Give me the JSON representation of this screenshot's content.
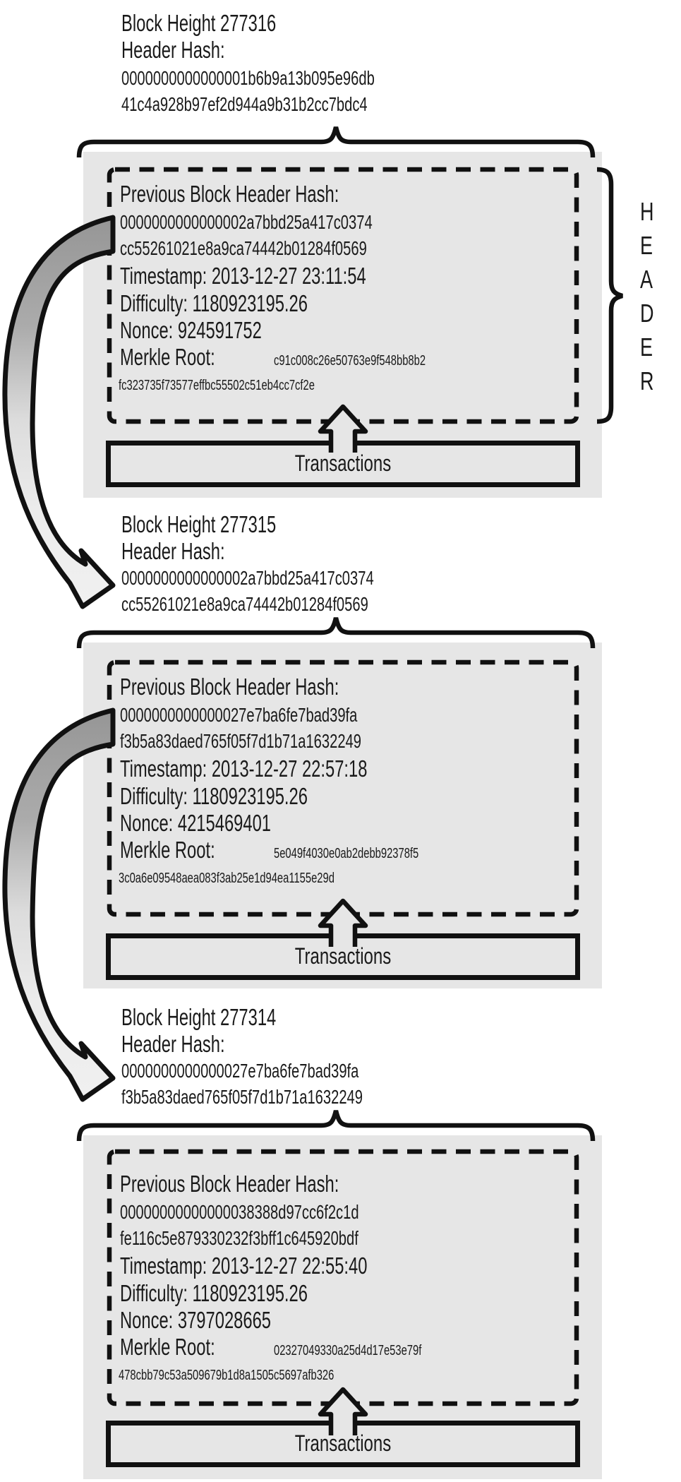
{
  "colors": {
    "page_bg": "#ffffff",
    "block_bg": "#e6e6e6",
    "line": "#111111",
    "text": "#1a1a1a",
    "arrow_tail_gray": "#9a9a9a",
    "arrow_head_gray": "#efefef"
  },
  "header_brace_label": [
    "H",
    "E",
    "A",
    "D",
    "E",
    "R"
  ],
  "blocks": [
    {
      "height_label": "Block Height 277316",
      "header_hash_label": "Header Hash:",
      "header_hash_line1": "0000000000000001b6b9a13b095e96db",
      "header_hash_line2": "41c4a928b97ef2d944a9b31b2cc7bdc4",
      "prev_hash_label": "Previous Block Header Hash:",
      "prev_hash_line1": "0000000000000002a7bbd25a417c0374",
      "prev_hash_line2": "cc55261021e8a9ca74442b01284f0569",
      "timestamp": "Timestamp: 2013-12-27 23:11:54",
      "difficulty": "Difficulty: 1180923195.26",
      "nonce": "Nonce: 924591752",
      "merkle_root_label": "Merkle Root:",
      "merkle_root_line1": "c91c008c26e50763e9f548bb8b2",
      "merkle_root_line2": "fc323735f73577effbc55502c51eb4cc7cf2e",
      "transactions_label": "Transactions"
    },
    {
      "height_label": "Block Height 277315",
      "header_hash_label": "Header Hash:",
      "header_hash_line1": "0000000000000002a7bbd25a417c0374",
      "header_hash_line2": "cc55261021e8a9ca74442b01284f0569",
      "prev_hash_label": "Previous Block Header Hash:",
      "prev_hash_line1": "0000000000000027e7ba6fe7bad39fa",
      "prev_hash_line2": "f3b5a83daed765f05f7d1b71a1632249",
      "timestamp": "Timestamp: 2013-12-27 22:57:18",
      "difficulty": "Difficulty: 1180923195.26",
      "nonce": "Nonce: 4215469401",
      "merkle_root_label": "Merkle Root:",
      "merkle_root_line1": "5e049f4030e0ab2debb92378f5",
      "merkle_root_line2": "3c0a6e09548aea083f3ab25e1d94ea1155e29d",
      "transactions_label": "Transactions"
    },
    {
      "height_label": "Block Height 277314",
      "header_hash_label": "Header Hash:",
      "header_hash_line1": "0000000000000027e7ba6fe7bad39fa",
      "header_hash_line2": "f3b5a83daed765f05f7d1b71a1632249",
      "prev_hash_label": "Previous Block Header Hash:",
      "prev_hash_line1": "00000000000000038388d97cc6f2c1d",
      "prev_hash_line2": "fe116c5e879330232f3bff1c645920bdf",
      "timestamp": "Timestamp: 2013-12-27 22:55:40",
      "difficulty": "Difficulty: 1180923195.26",
      "nonce": "Nonce: 3797028665",
      "merkle_root_label": "Merkle Root:",
      "merkle_root_line1": "02327049330a25d4d17e53e79f",
      "merkle_root_line2": "478cbb79c53a509679b1d8a1505c5697afb326",
      "transactions_label": "Transactions"
    }
  ]
}
